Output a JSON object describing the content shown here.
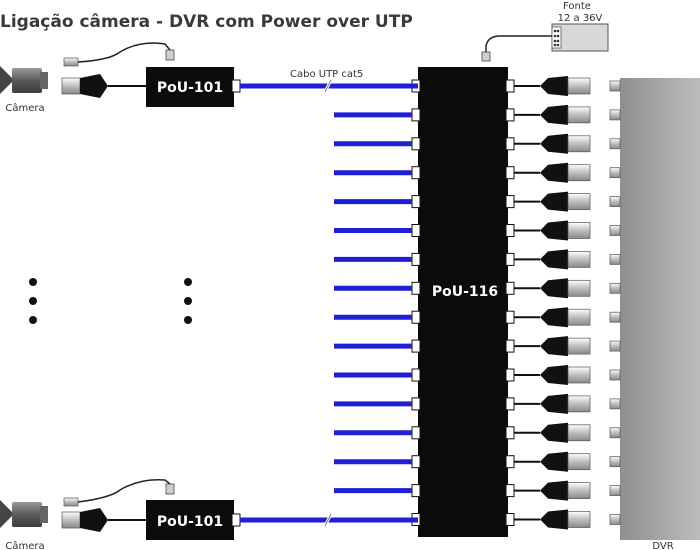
{
  "title": "Ligação câmera - DVR com Power over UTP",
  "camera_label": "Câmera",
  "small_device_label": "PoU-101",
  "big_device_label": "PoU-116",
  "cable_label": "Cabo UTP cat5",
  "power_supply": {
    "line1": "Fonte",
    "line2": "12 a 36V"
  },
  "dvr_label": "DVR",
  "channels": 16,
  "colors": {
    "utp_cable": "#1f1fd6",
    "device_body": "#0b0b0b",
    "dvr_gradient_dark": "#8c8c8c",
    "dvr_gradient_light": "#bdbdbd",
    "bnc_metal": "#cfcfcf",
    "camera_body": "#555555"
  },
  "icons": [
    "camera-icon",
    "power-supply-icon",
    "bnc-connector-icon",
    "ellipsis-dots-icon",
    "cable-break-icon"
  ]
}
